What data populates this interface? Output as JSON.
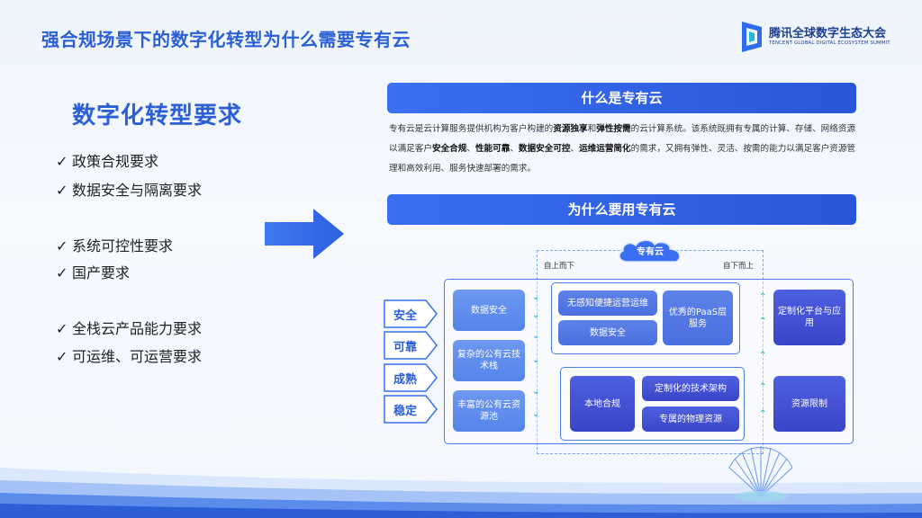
{
  "header": {
    "title": "强合规场景下的数字化转型为什么需要专有云",
    "logo_cn": "腾讯全球数字生态大会",
    "logo_en": "TENCENT GLOBAL DIGITAL ECOSYSTEM SUMMIT"
  },
  "left": {
    "heading": "数字化转型要求",
    "check": "✓",
    "items": [
      "政策合规要求",
      "数据安全与隔离要求",
      "系统可控性要求",
      "国产要求",
      "全栈云产品能力要求",
      "可运维、可运营要求"
    ]
  },
  "right": {
    "banner1": "什么是专有云",
    "desc": {
      "p1": "专有云是云计算服务提供机构为客户构建的",
      "b1": "资源独享",
      "p2": "和",
      "b2": "弹性按需",
      "p3": "的云计算系统。该系统既拥有专属的计算、存储、网络资源以满足客户",
      "b3": "安全合规",
      "p4": "、",
      "b4": "性能可靠",
      "p5": "、",
      "b5": "数据安全可控",
      "p6": "、",
      "b6": "运维运营简化",
      "p7": "的需求，又拥有弹性、灵活、按需的能力以满足客户资源管理和高效利用、服务快速部署的需求。"
    },
    "banner2": "为什么要用专有云"
  },
  "diagram": {
    "cloud": "专有云",
    "top_down": "自上而下",
    "bottom_up": "自下而上",
    "tags": [
      "安全",
      "可靠",
      "成熟",
      "稳定"
    ],
    "col1": [
      "数据安全",
      "复杂的公有云技术栈",
      "丰富的公有云资源池"
    ],
    "mid_top": [
      "无感知便捷运营运维",
      "数据安全",
      "优秀的PaaS层服务"
    ],
    "local": "本地合规",
    "custom_arch": "定制化的技术架构",
    "dedicated": "专属的物理资源",
    "right_top": "定制化平台与应用",
    "right_bottom": "资源限制"
  },
  "colors": {
    "primary": "#2c5fd6",
    "banner": "#3a6ff2",
    "accent_teal": "#2ab3d0",
    "dark_block": "#3a45c8"
  }
}
